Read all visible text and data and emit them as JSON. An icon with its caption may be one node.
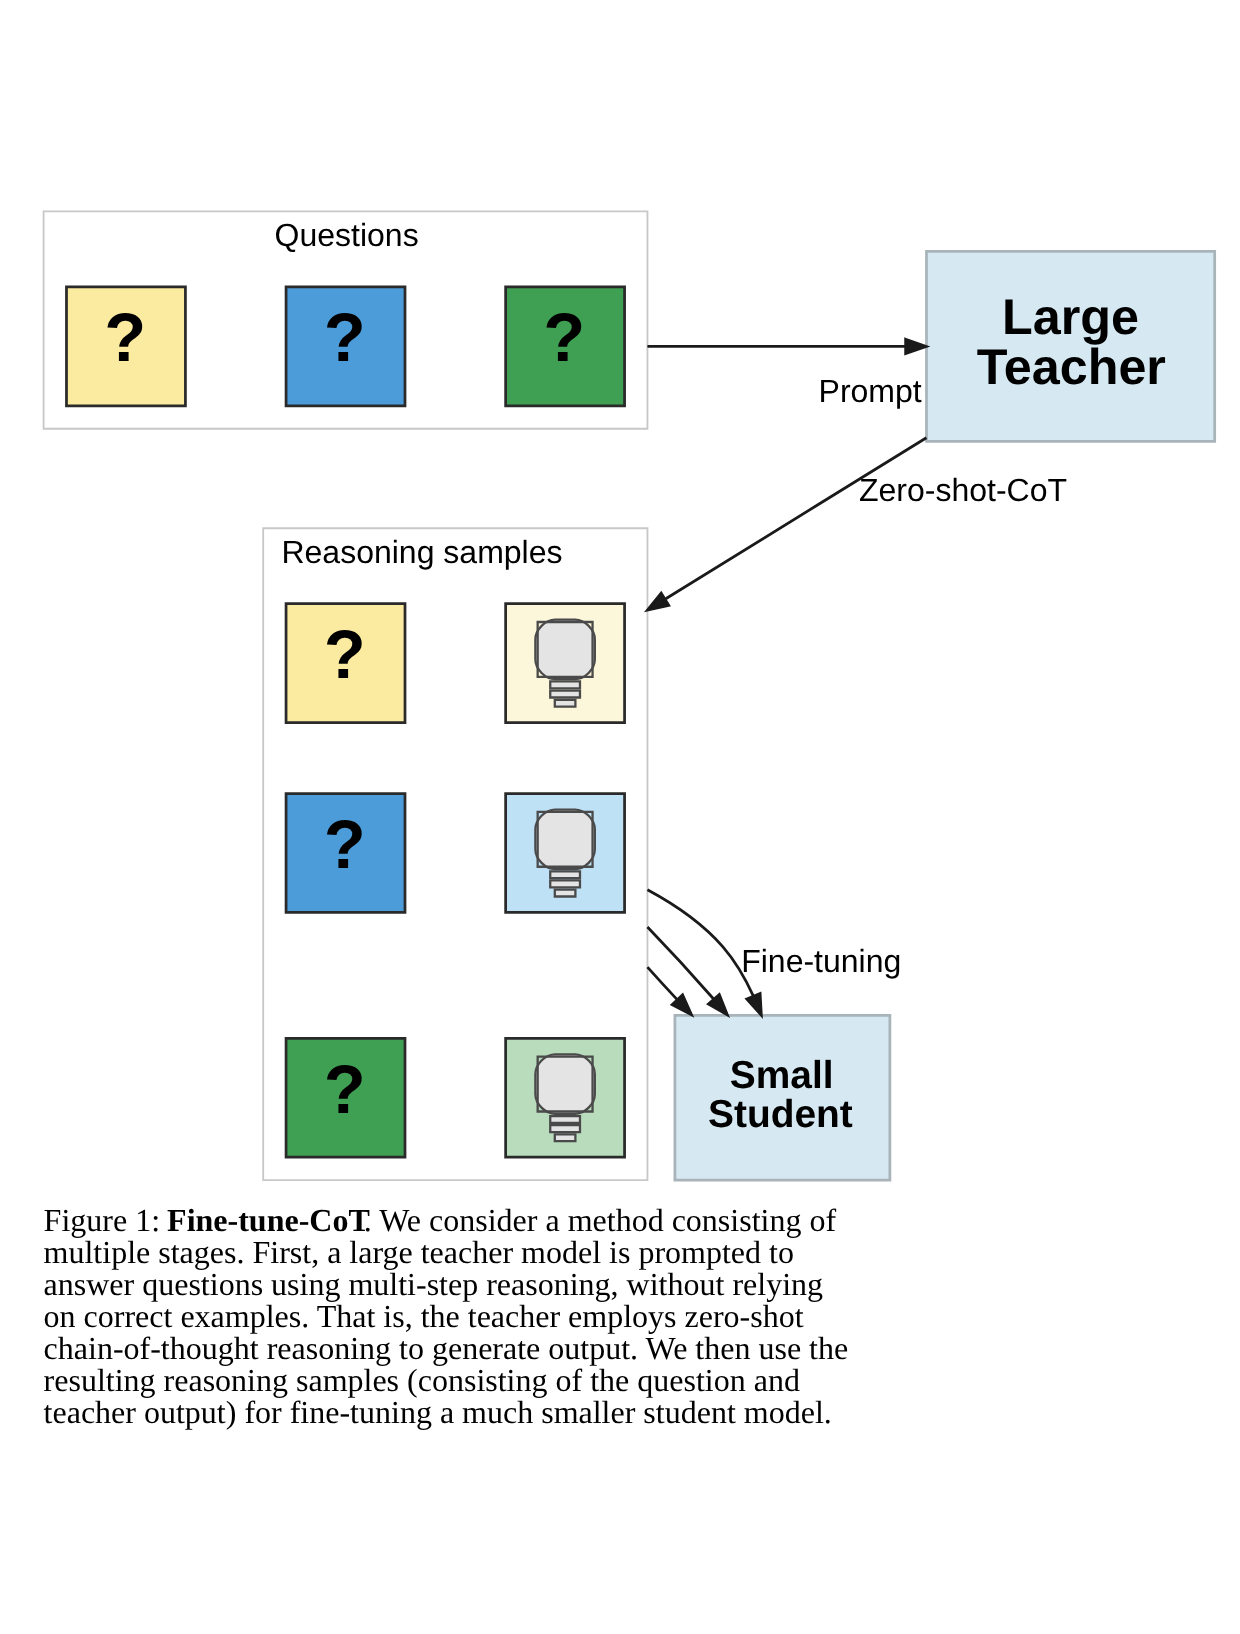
{
  "diagram": {
    "caption": "Figure 1: **Fine-tune-CoT**. We consider a method consisting of multiple stages. First, a large teacher model is prompted to answer questions using multi-step reasoning, without relying on correct examples. That is, the teacher employs zero-shot chain-of-thought reasoning to generate output. We then use the resulting reasoning samples (consisting of the question and teacher output) for fine-tuning a much smaller student model.",
    "nodes": [
      {
        "text": [
          "Questions"
        ]
      },
      {
        "text": [
          "?"
        ],
        "in": 0
      },
      {
        "text": [
          "?"
        ],
        "in": 0
      },
      {
        "text": [
          "?"
        ],
        "in": 0
      },
      {
        "text": [
          "Large Teacher"
        ]
      },
      {
        "text": [
          "Reasoning samples"
        ]
      },
      {
        "text": [
          "?"
        ],
        "in": 5
      },
      {
        "text": [],
        "shape": "picture",
        "in": 5
      },
      {
        "text": [
          "?"
        ],
        "in": 5
      },
      {
        "text": [],
        "shape": "picture",
        "in": 5
      },
      {
        "text": [
          "?"
        ],
        "in": 5
      },
      {
        "text": [],
        "shape": "picture",
        "in": 5
      },
      {
        "text": [
          "Small Student"
        ]
      }
    ],
    "edges": [
      {
        "from": 0,
        "to": 4,
        "arrow": "to",
        "label": "Prompt"
      },
      {
        "from": 4,
        "to": 5,
        "arrow": "to",
        "label": "Zero-shot-CoT"
      },
      {
        "from": 5,
        "to": 12,
        "arrow": "to"
      },
      {
        "from": 5,
        "to": 12,
        "arrow": "to"
      },
      {
        "from": 5,
        "to": 12,
        "arrow": "to",
        "label": "Fine-tuning"
      }
    ]
  }
}
